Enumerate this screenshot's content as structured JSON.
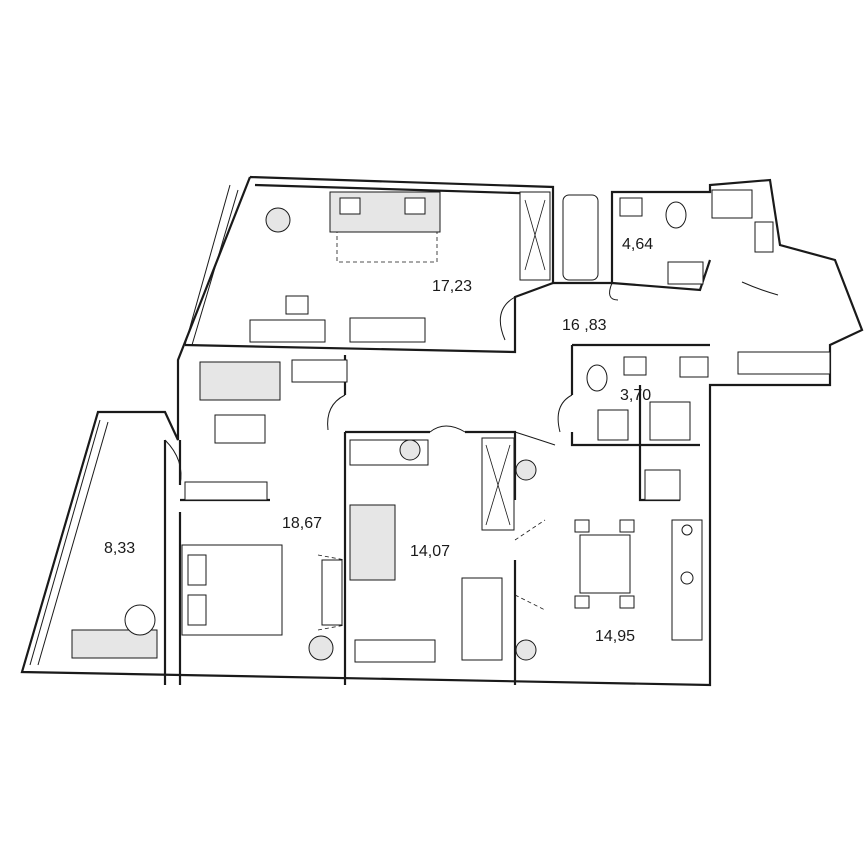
{
  "plan": {
    "rooms": [
      {
        "id": "living",
        "area_label": "17,23"
      },
      {
        "id": "bathroom",
        "area_label": "4,64"
      },
      {
        "id": "hall",
        "area_label": "16 ,83"
      },
      {
        "id": "wc",
        "area_label": "3,70"
      },
      {
        "id": "bedroom-1",
        "area_label": "18,67"
      },
      {
        "id": "balcony",
        "area_label": "8,33"
      },
      {
        "id": "bedroom-2",
        "area_label": "14,07"
      },
      {
        "id": "kitchen",
        "area_label": "14,95"
      }
    ],
    "colors": {
      "background": "#ffffff",
      "line": "#1a1a1a",
      "furniture_fill": "#e6e6e6"
    }
  }
}
